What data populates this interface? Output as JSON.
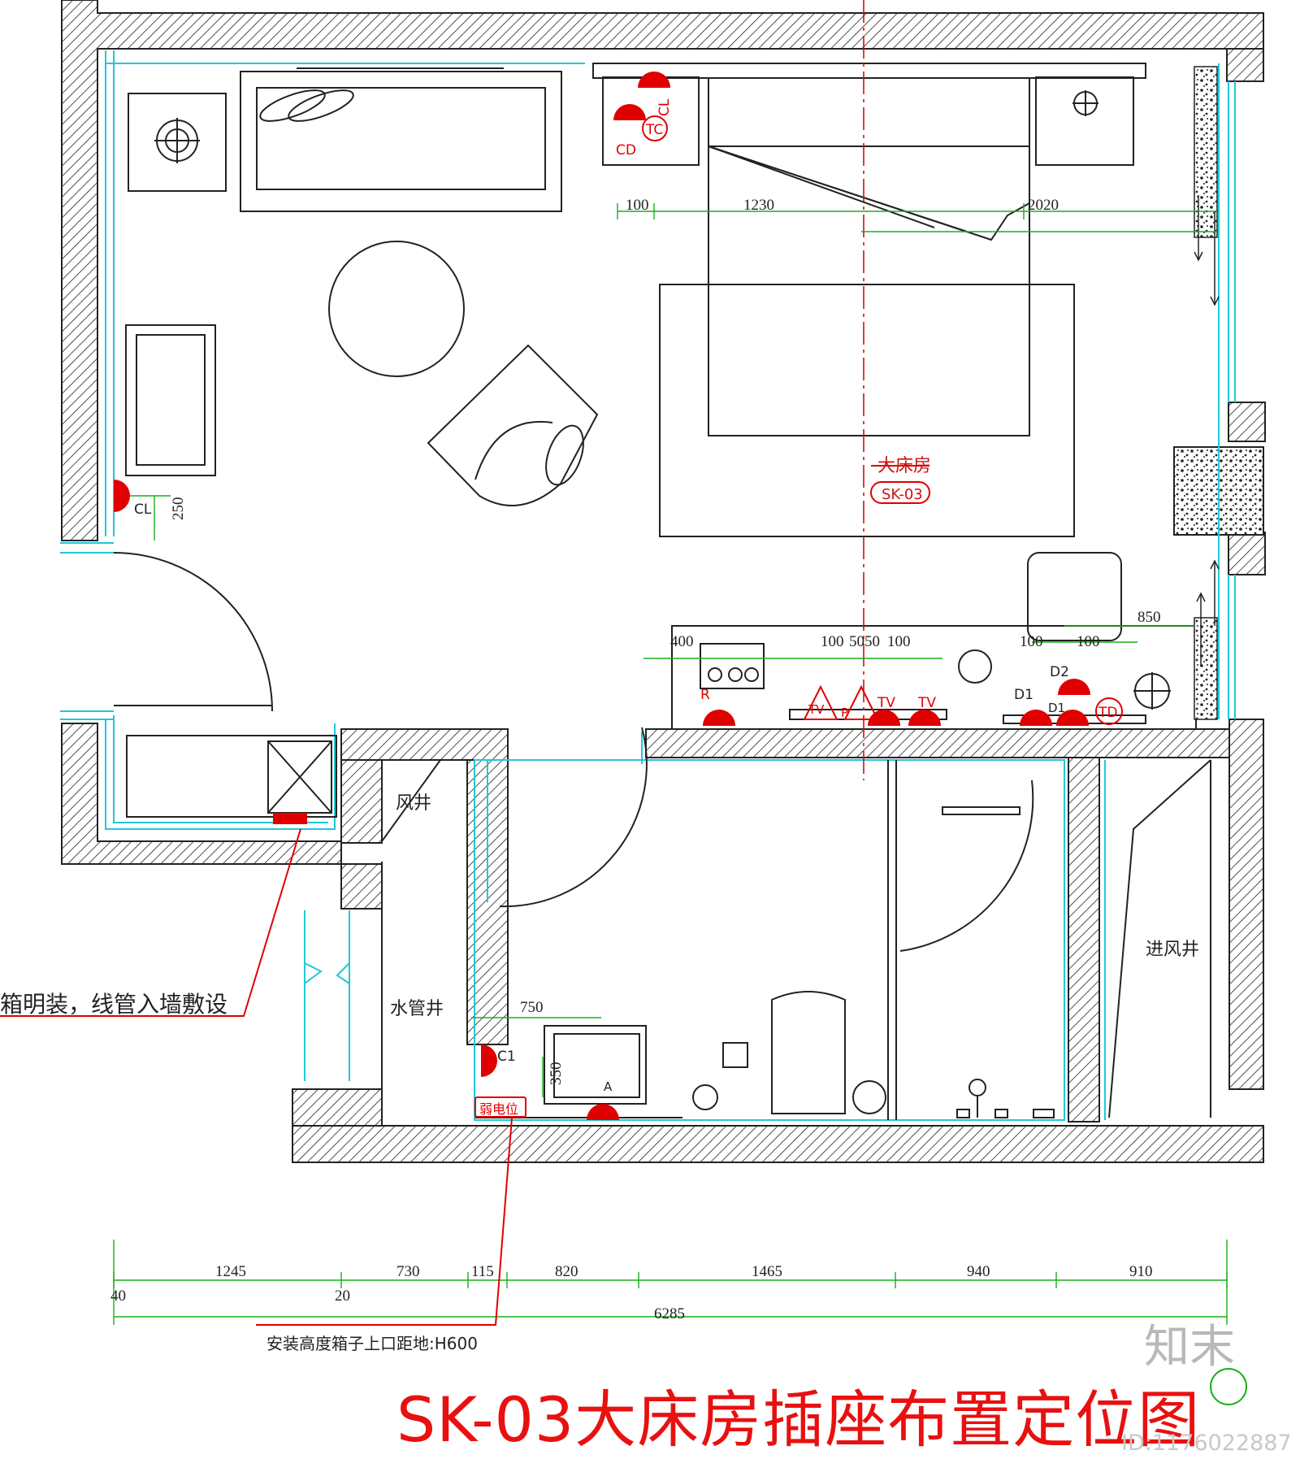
{
  "room": {
    "name": "大床房",
    "code": "SK-03"
  },
  "shafts": {
    "air": "风井",
    "water": "水管井",
    "intake": "进风井"
  },
  "notes": {
    "box": "箱明装，线管入墙敷设",
    "height": "安装高度箱子上口距地:H600",
    "box_tag": "弱电位"
  },
  "sockets": [
    "CD",
    "CL",
    "TC",
    "CL",
    "R",
    "TV",
    "P",
    "TV",
    "TV",
    "D2",
    "D1",
    "D1",
    "TD",
    "C1",
    "A"
  ],
  "dims_top": [
    "100",
    "1230",
    "2020"
  ],
  "dims_side": [
    "250",
    "850",
    "400",
    "100",
    "5050",
    "100",
    "100",
    "100",
    "750",
    "350"
  ],
  "dims_bottom": [
    "1245",
    "730",
    "115",
    "820",
    "1465",
    "940",
    "910",
    "40",
    "20",
    "6285"
  ],
  "title": "SK-03大床房插座布置定位图",
  "watermark": {
    "logo": "知末",
    "id": "ID:1176022887"
  }
}
